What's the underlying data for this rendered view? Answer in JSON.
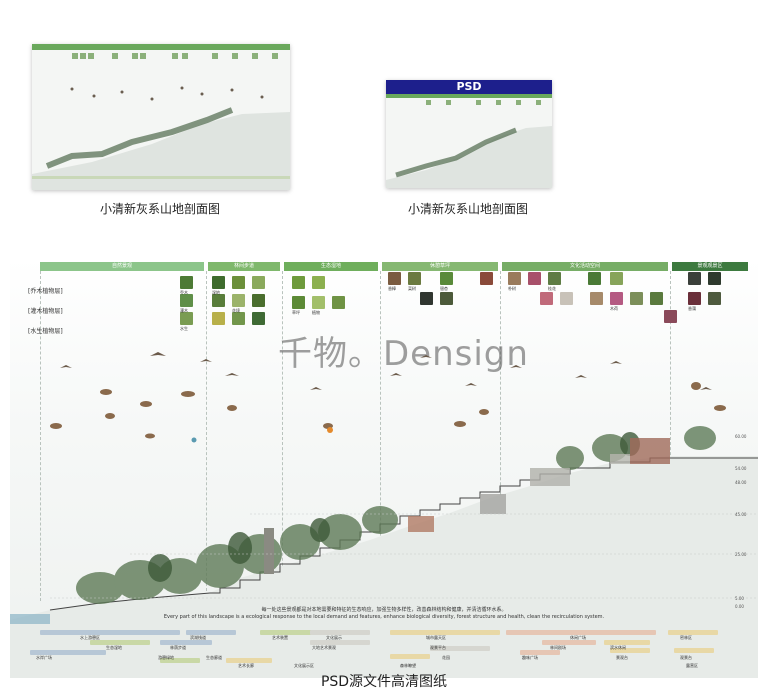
{
  "thumbnails": [
    {
      "caption": "小清新灰系山地剖面图",
      "banner": ""
    },
    {
      "caption": "小清新灰系山地剖面图",
      "banner": "PSD"
    }
  ],
  "board": {
    "zones": [
      {
        "label": "自然景观",
        "color": "#8cc58a"
      },
      {
        "label": "林间步道",
        "color": "#7fb86c"
      },
      {
        "label": "生态湿地",
        "color": "#6fae5c"
      },
      {
        "label": "休憩草坪",
        "color": "#86b872"
      },
      {
        "label": "文化活动空间",
        "color": "#77ad66"
      },
      {
        "label": "景观观景区",
        "color": "#3d7a3f"
      }
    ],
    "layers": [
      "[乔木植物层]",
      "[灌木植物层]",
      "[水生植物层]"
    ],
    "watermark": "千物。Densign",
    "note_cn": "每一处这些景观都是对本地需要和特征的生态响应，加强生物多样性，改善森林结构和健康，并清洁循环水系。",
    "note_en": "Every part of this landscape is a ecological response to the local demand and features, enhance biological diversity, forest structure and health, clean the recirculation system.",
    "elevations": [
      "60.00",
      "54.00",
      "48.00",
      "45.00",
      "25.00",
      "5.00",
      "0.00"
    ],
    "swatch_labels": [
      "乔木",
      "灌木",
      "水生",
      "湿地",
      "花境",
      "草坪",
      "植物",
      "香樟",
      "栾树",
      "银杏",
      "朴树",
      "桂花",
      "木荷",
      "香蒲"
    ],
    "legend": [
      "水上游憩区",
      "滨湖栈道",
      "艺术装置",
      "文化展示",
      "城市露天区",
      "休闲广场",
      "密林区",
      "生态湿地",
      "林荫步道",
      "大地艺术景观",
      "观景平台",
      "林间剧场",
      "滨水休闲",
      "水岸广场",
      "游憩绿地",
      "生态廊道",
      "花园",
      "趣味广场",
      "景观台",
      "艺术长廊",
      "文化展示区",
      "森林瞭望",
      "观景台",
      "露营区"
    ]
  },
  "bottom_caption": "PSD源文件高清图纸"
}
